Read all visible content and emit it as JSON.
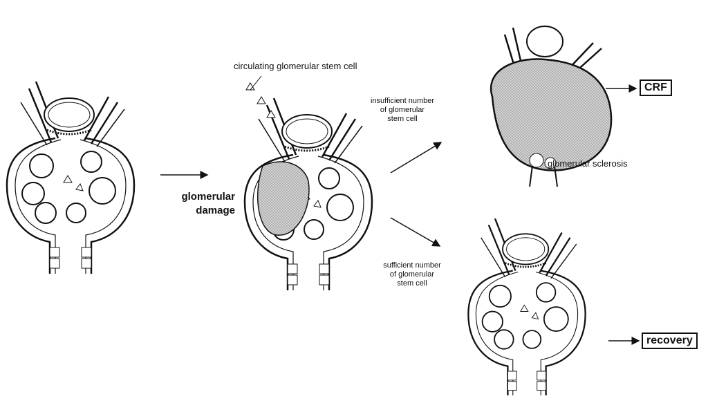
{
  "labels": {
    "glomerular_damage_1": "glomerular",
    "glomerular_damage_2": "damage",
    "circulating": "circulating glomerular stem cell",
    "insufficient_1": "insufficient number",
    "insufficient_2": "of glomerular",
    "insufficient_3": "stem cell",
    "sufficient_1": "sufficient number",
    "sufficient_2": "of glomerular",
    "sufficient_3": "stem cell",
    "sclerosis": "glomerular sclerosis",
    "crf": "CRF",
    "recovery": "recovery"
  },
  "colors": {
    "ink": "#111111",
    "damaged_area": "#bdbdbd"
  }
}
